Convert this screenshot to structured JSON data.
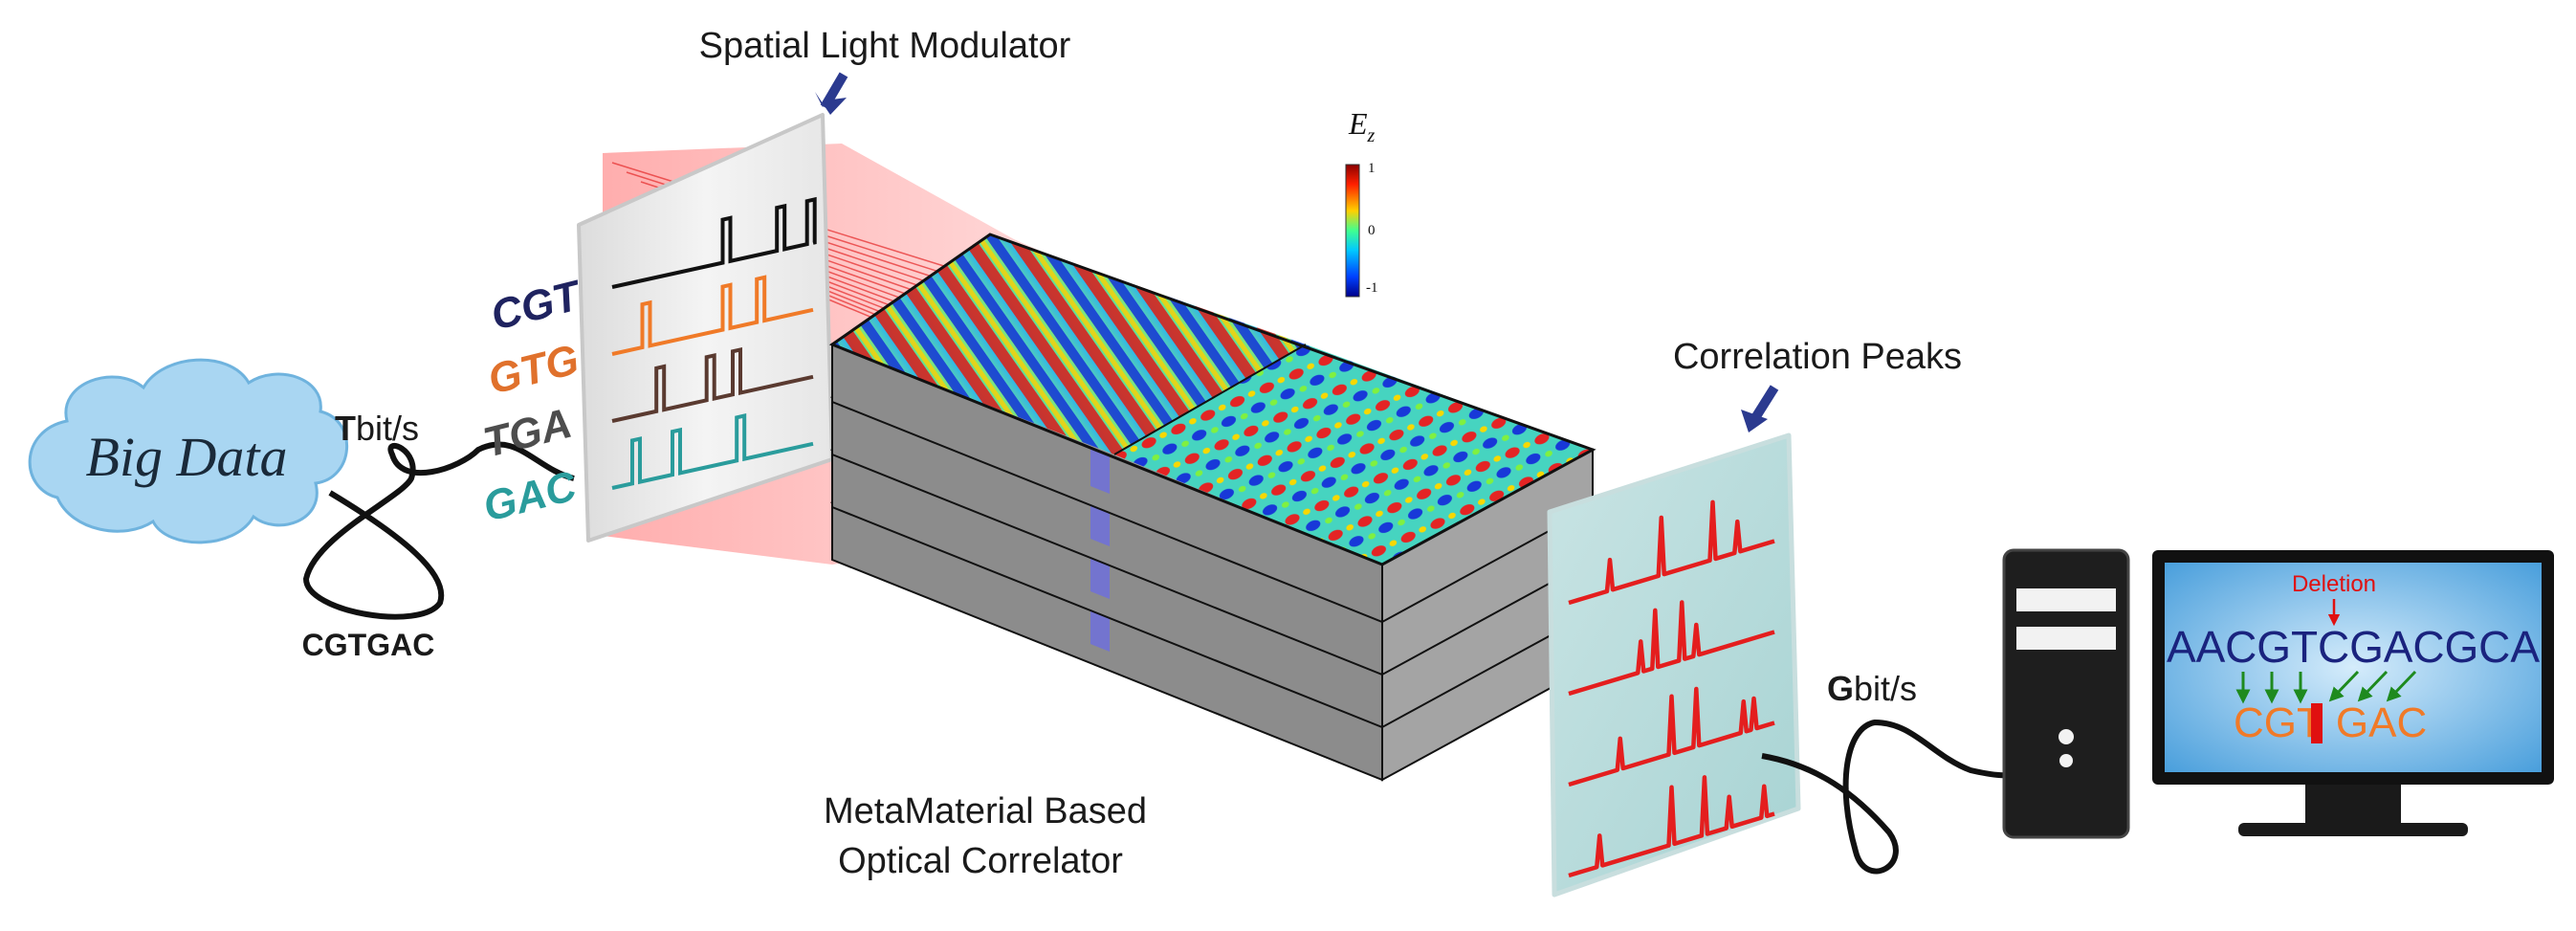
{
  "labels": {
    "slm": "Spatial Light Modulator",
    "correlation_peaks": "Correlation Peaks",
    "correlator_line1": "MetaMaterial Based",
    "correlator_line2": "Optical Correlator",
    "big_data": "Big Data",
    "input_sequence": "CGTGAC",
    "input_rate_prefix": "T",
    "input_rate_unit": "bit/s",
    "output_rate_prefix": "G",
    "output_rate_unit": "bit/s"
  },
  "codes": [
    {
      "text": "CGT",
      "color": "#1f2360"
    },
    {
      "text": "GTG",
      "color": "#e0712c"
    },
    {
      "text": "TGA",
      "color": "#4d4d4d"
    },
    {
      "text": "GAC",
      "color": "#2a9c9c"
    }
  ],
  "colorbar": {
    "title": "E",
    "subscript": "z",
    "ticks": [
      "1",
      "0",
      "-1"
    ]
  },
  "monitor": {
    "deletion_label": "Deletion",
    "reference_sequence": "AACGTCGACGCA",
    "query_before": "CGT",
    "query_after": "GAC",
    "reference_color": "#1a237e",
    "query_color": "#f07a28",
    "deletion_color": "#e01010",
    "arrow_color": "#1e8a1e"
  },
  "colors": {
    "slab_top": "#8a8a8a",
    "slab_side": "#9a9a9a",
    "beam": "#f04040",
    "pointer_arrow": "#2b3a8f",
    "cloud": "#a9d6f2"
  }
}
